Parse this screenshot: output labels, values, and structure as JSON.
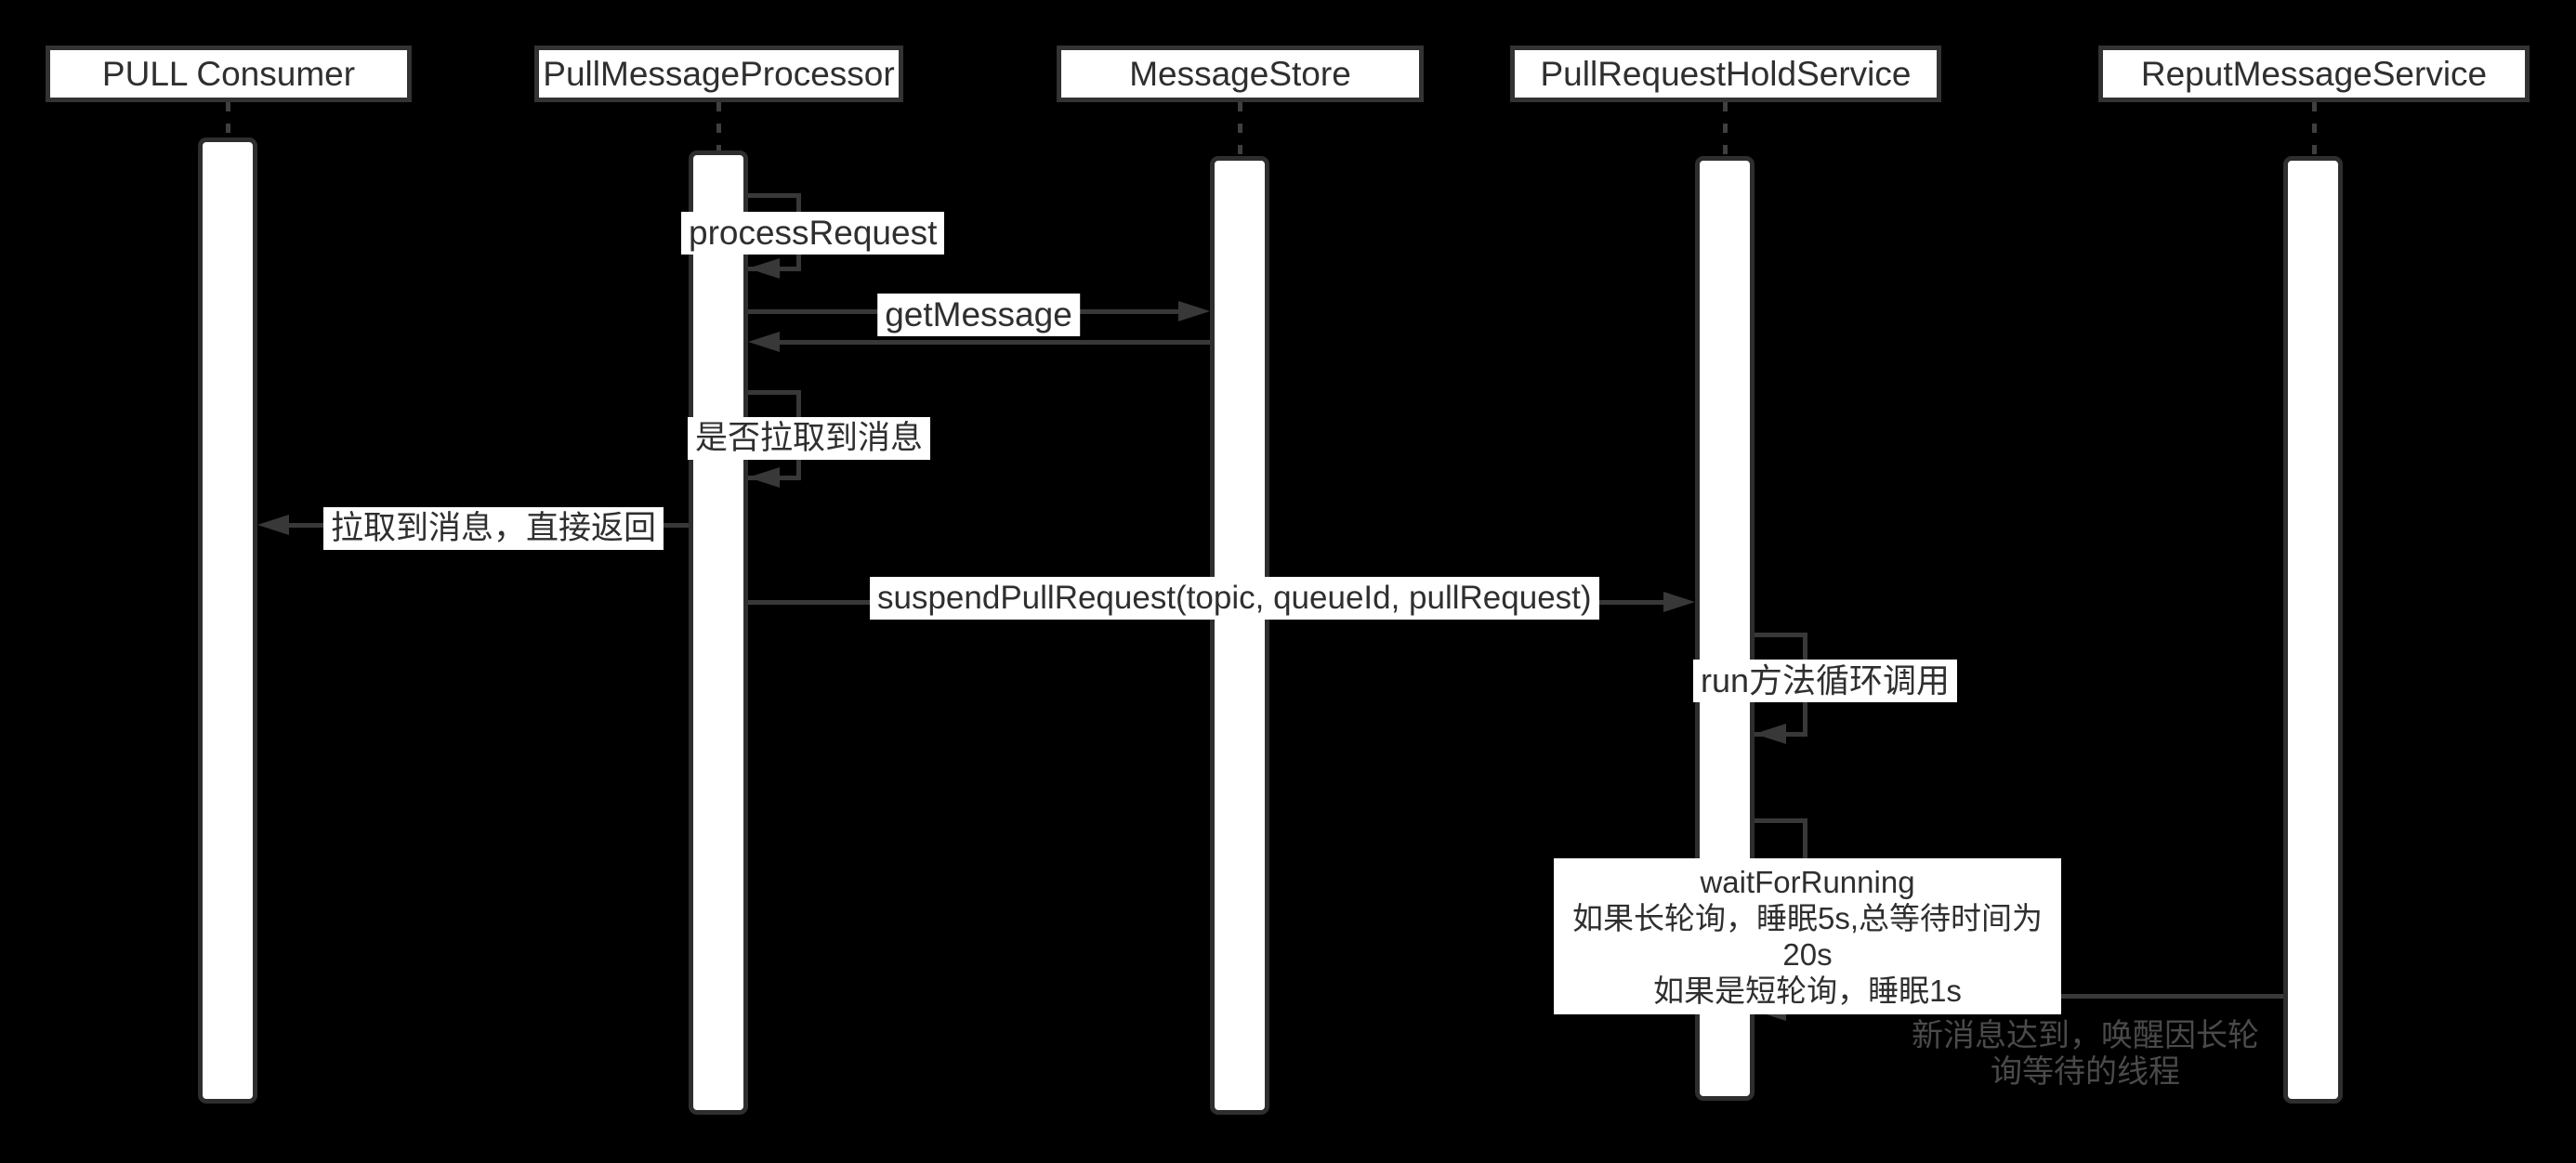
{
  "diagram": {
    "kind": "sequence-diagram",
    "participants": [
      {
        "id": "pull-consumer",
        "label": "PULL Consumer"
      },
      {
        "id": "pull-message-processor",
        "label": "PullMessageProcessor"
      },
      {
        "id": "message-store",
        "label": "MessageStore"
      },
      {
        "id": "pull-request-hold-service",
        "label": "PullRequestHoldService"
      },
      {
        "id": "reput-message-service",
        "label": "ReputMessageService"
      }
    ],
    "messages": {
      "process_request": {
        "type": "self-call",
        "on": "pull-message-processor",
        "label": "processRequest"
      },
      "get_message": {
        "type": "call",
        "from": "pull-message-processor",
        "to": "message-store",
        "label": "getMessage"
      },
      "get_message_return": {
        "type": "return",
        "from": "message-store",
        "to": "pull-message-processor",
        "label": ""
      },
      "check_pulled": {
        "type": "self-call",
        "on": "pull-message-processor",
        "label": "是否拉取到消息"
      },
      "pulled_direct_return": {
        "type": "return",
        "from": "pull-message-processor",
        "to": "pull-consumer",
        "label": "拉取到消息，直接返回"
      },
      "suspend_pull_request": {
        "type": "call",
        "from": "pull-message-processor",
        "to": "pull-request-hold-service",
        "label": "suspendPullRequest(topic, queueId, pullRequest)"
      },
      "run_loop": {
        "type": "self-call",
        "on": "pull-request-hold-service",
        "label": "run方法循环调用"
      },
      "wait_for_running": {
        "type": "self-call",
        "on": "pull-request-hold-service",
        "lines": [
          "waitForRunning",
          "如果长轮询，睡眠5s,总等待时间为20s",
          "如果是短轮询，睡眠1s"
        ]
      },
      "new_message_arrived": {
        "type": "call",
        "from": "reput-message-service",
        "to": "pull-request-hold-service",
        "lines": [
          "新消息达到，唤醒因长轮",
          "询等待的线程"
        ]
      }
    },
    "colors": {
      "background": "#000000",
      "box_fill": "#ffffff",
      "box_border": "#333333",
      "activation_border": "#2e2e2e",
      "line": "#383838",
      "label_text": "#2f2f2f",
      "muted_text": "#4a4a4a"
    }
  }
}
